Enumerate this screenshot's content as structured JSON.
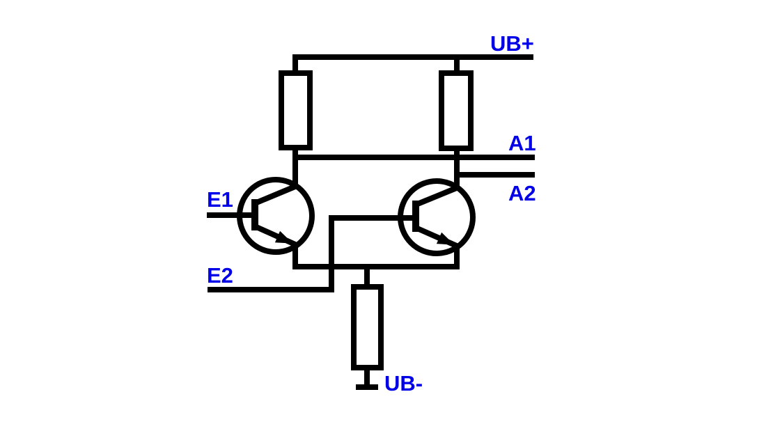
{
  "diagram": {
    "kind": "transistor-circuit-schematic",
    "labels": {
      "ub_plus": "UB+",
      "a1": "A1",
      "a2": "A2",
      "e1": "E1",
      "e2": "E2",
      "ub_minus": "UB-"
    },
    "colors": {
      "background": "#ffffff",
      "wire": "#000000",
      "label_text": "#0000e8"
    },
    "components": [
      {
        "name": "collector-resistor-left",
        "type": "resistor"
      },
      {
        "name": "collector-resistor-right",
        "type": "resistor"
      },
      {
        "name": "transistor-left",
        "type": "npn-transistor"
      },
      {
        "name": "transistor-right",
        "type": "npn-transistor"
      },
      {
        "name": "tail-resistor",
        "type": "resistor"
      },
      {
        "name": "negative-supply-terminal",
        "type": "terminal-bar"
      }
    ]
  }
}
